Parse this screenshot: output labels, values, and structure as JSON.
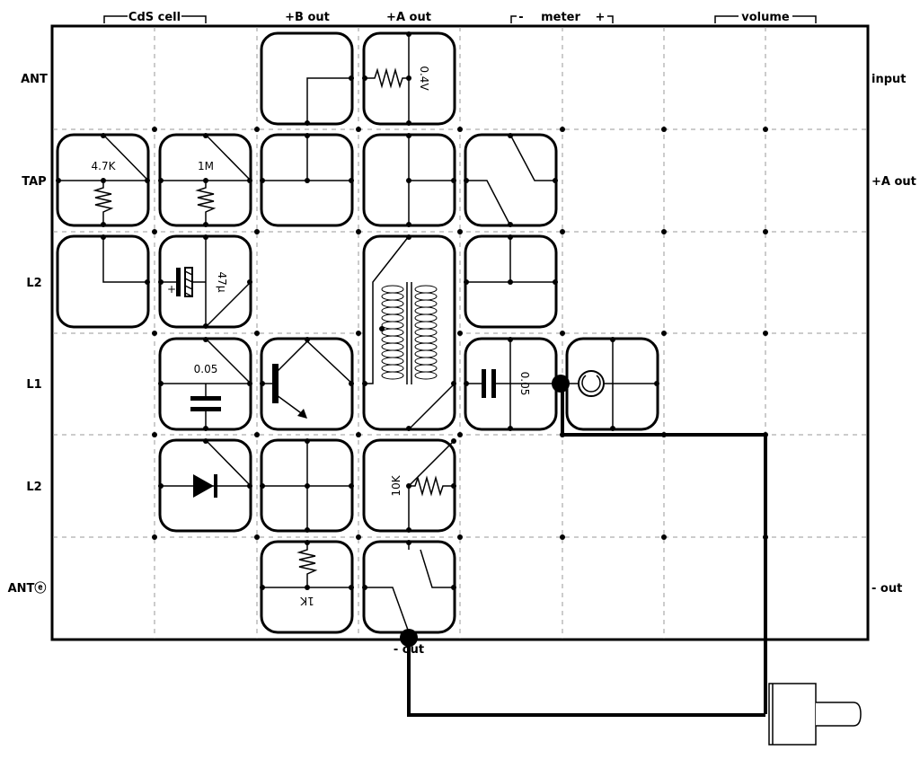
{
  "top_labels": {
    "cds_cell": "CdS cell",
    "b_out": "+B out",
    "a_out": "+A out",
    "meter_minus": "-",
    "meter": "meter",
    "meter_plus": "+",
    "volume": "volume"
  },
  "row_labels": [
    "ANT",
    "TAP",
    "L2",
    "L1",
    "L2",
    "ANTⓔ"
  ],
  "right_labels": {
    "input": "input",
    "a_out": "+A out",
    "minus_out": "- out"
  },
  "bottom_label": "- out",
  "values": {
    "r_04v": "0.4V",
    "r_47k": "4.7K",
    "r_1m": "1M",
    "c_47u": "47μ",
    "c_005a": "0.05",
    "c_005b": "0.05",
    "r_10k": "10K",
    "r_1k": "1K"
  }
}
